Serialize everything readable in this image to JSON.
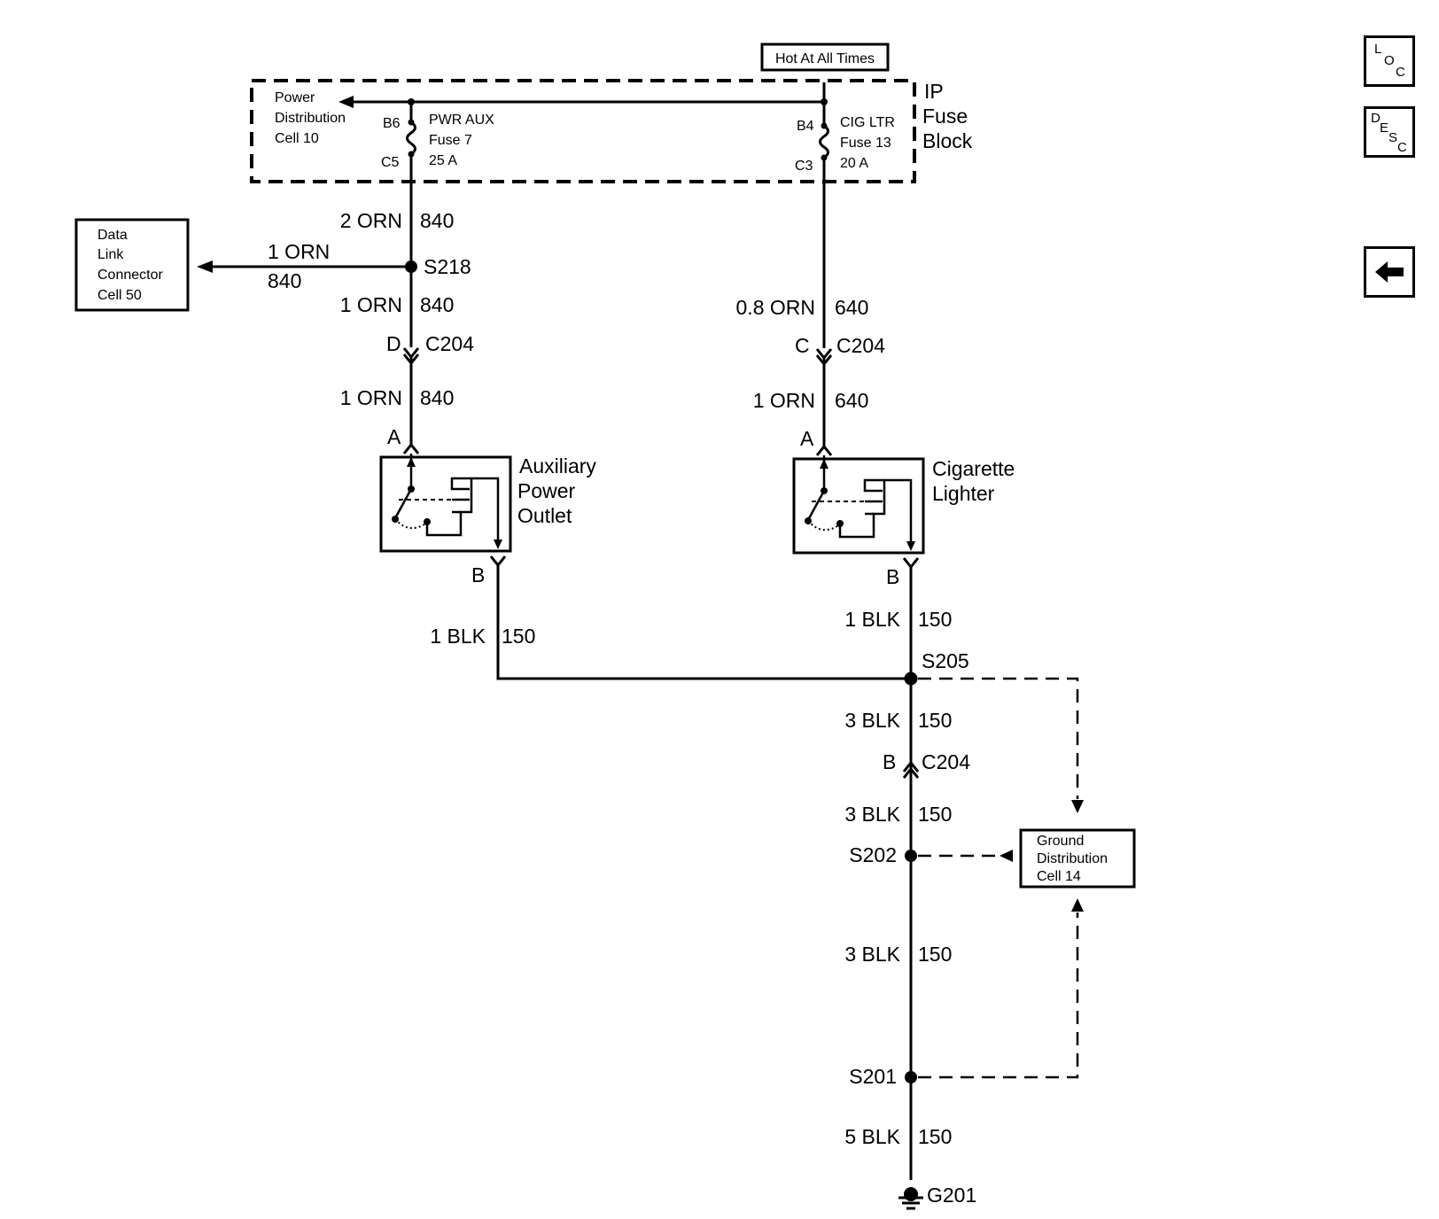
{
  "nav": {
    "loc": [
      "L",
      "O",
      "C"
    ],
    "desc": [
      "D",
      "E",
      "S",
      "C"
    ],
    "back_icon": "left-arrow-icon"
  },
  "labels": {
    "hot": "Hot At All Times",
    "ip1": "IP",
    "ip2": "Fuse",
    "ip3": "Block",
    "pd1": "Power",
    "pd2": "Distribution",
    "pd3": "Cell 10",
    "b6": "B6",
    "c5": "C5",
    "b4": "B4",
    "c3": "C3",
    "f7a": "PWR AUX",
    "f7b": "Fuse 7",
    "f7c": "25 A",
    "f13a": "CIG LTR",
    "f13b": "Fuse 13",
    "f13c": "20 A",
    "dl1": "Data",
    "dl2": "Link",
    "dl3": "Connector",
    "dl4": "Cell 50",
    "w1a": "2 ORN",
    "w1b": "840",
    "w2a": "1 ORN",
    "w2b": "840",
    "s218": "S218",
    "w3a": "1 ORN",
    "w3b": "840",
    "d": "D",
    "c204a": "C204",
    "w4a": "1 ORN",
    "w4b": "840",
    "a1": "A",
    "apo1": "Auxiliary",
    "apo2": "Power",
    "apo3": "Outlet",
    "b1": "B",
    "w5a": "1 BLK",
    "w5b": "150",
    "w6a": "0.8 ORN",
    "w6b": "640",
    "c": "C",
    "c204b": "C204",
    "w7a": "1 ORN",
    "w7b": "640",
    "a2": "A",
    "cl1": "Cigarette",
    "cl2": "Lighter",
    "b2": "B",
    "w8a": "1 BLK",
    "w8b": "150",
    "s205": "S205",
    "w9a": "3 BLK",
    "w9b": "150",
    "b3": "B",
    "c204c": "C204",
    "w10a": "3 BLK",
    "w10b": "150",
    "s202": "S202",
    "gd1": "Ground",
    "gd2": "Distribution",
    "gd3": "Cell 14",
    "w11a": "3 BLK",
    "w11b": "150",
    "s201": "S201",
    "w12a": "5 BLK",
    "w12b": "150",
    "g201": "G201"
  }
}
